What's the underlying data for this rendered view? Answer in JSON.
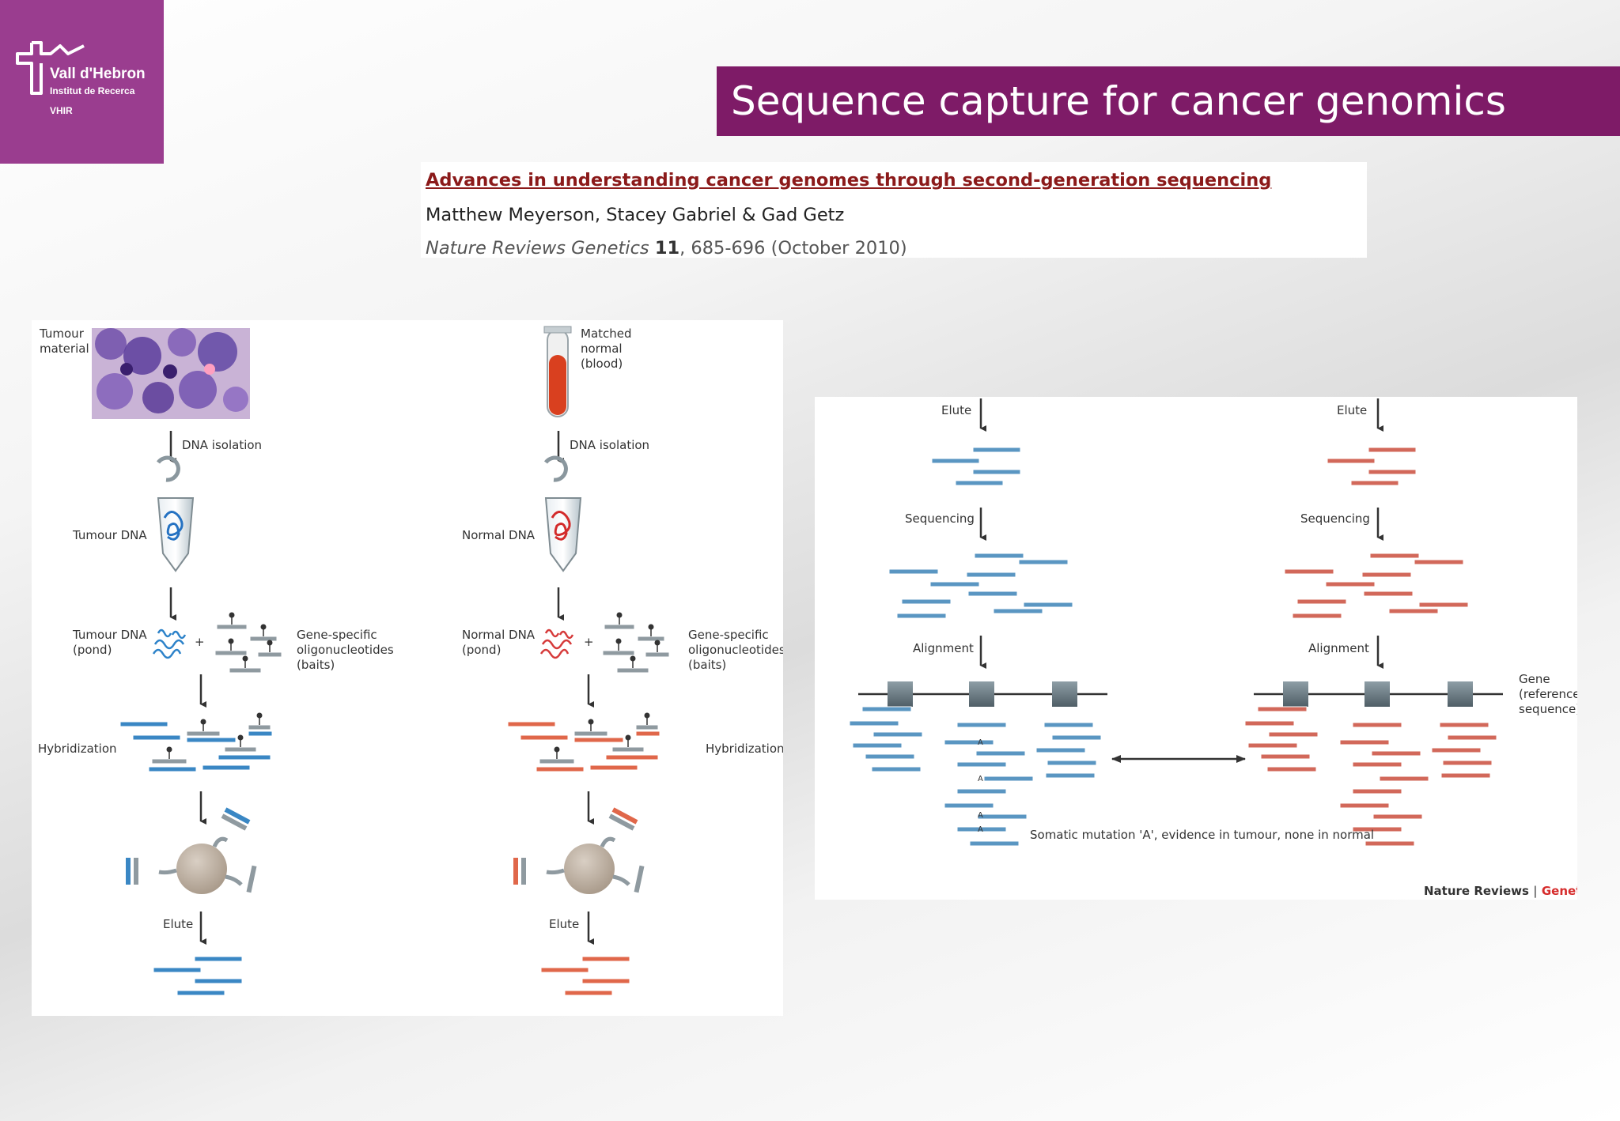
{
  "logo": {
    "name": "Vall d'Hebron",
    "line2": "Institut de Recerca",
    "line3": "VHIR",
    "color": "#9a3d8f"
  },
  "title": "Sequence capture for cancer genomics",
  "citation": {
    "link": "Advances in understanding cancer genomes through second-generation sequencing",
    "authors": "Matthew Meyerson, Stacey Gabriel & Gad Getz",
    "journal": "Nature Reviews Genetics",
    "volume": "11",
    "pages": ", 685-696 (October 2010)"
  },
  "figure": {
    "tumour": {
      "material": [
        "Tumour",
        "material"
      ],
      "dna_isolation": "DNA isolation",
      "dna": "Tumour DNA",
      "pond": [
        "Tumour DNA",
        "(pond)"
      ],
      "baits": [
        "Gene-specific",
        "oligonucleotides",
        "(baits)"
      ],
      "hybridization": "Hybridization",
      "elute": "Elute",
      "color": "#3a87c4"
    },
    "normal": {
      "material": [
        "Matched",
        "normal",
        "(blood)"
      ],
      "dna_isolation": "DNA isolation",
      "dna": "Normal DNA",
      "pond": [
        "Normal DNA",
        "(pond)"
      ],
      "baits": [
        "Gene-specific",
        "oligonucleotides",
        "(baits)"
      ],
      "hybridization": "Hybridization",
      "elute": "Elute",
      "color": "#e0674a"
    },
    "plus": "+",
    "right": {
      "elute": "Elute",
      "sequencing": "Sequencing",
      "alignment": "Alignment",
      "gene_label": [
        "Gene",
        "(reference",
        "sequence)"
      ],
      "mutation_letter": "A",
      "mutation_note": "Somatic mutation 'A', evidence in tumour, none in normal",
      "credit_main": "Nature Reviews",
      "credit_sep": " | ",
      "credit_accent": "Genetics",
      "credit_accent_color": "#d62c2c"
    }
  }
}
